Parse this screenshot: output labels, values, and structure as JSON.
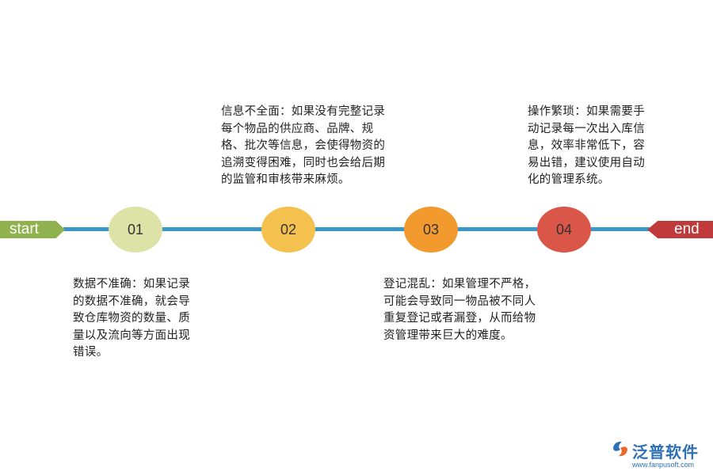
{
  "timeline": {
    "start_label": "start",
    "end_label": "end",
    "nodes": [
      "01",
      "02",
      "03",
      "04"
    ],
    "colors": {
      "line": "#3a97c8",
      "start": "#8fb14e",
      "end": "#c0393b",
      "node_01": "#dde3a7",
      "node_02": "#f4c04e",
      "node_03": "#f29a2e",
      "node_04": "#d95648"
    }
  },
  "descriptions": [
    "数据不准确：如果记录的数据不准确，就会导致仓库物资的数量、质量以及流向等方面出现错误。",
    "信息不全面：如果没有完整记录每个物品的供应商、品牌、规格、批次等信息，会使得物资的追溯变得困难，同时也会给后期的监管和审核带来麻烦。",
    "登记混乱：如果管理不严格，可能会导致同一物品被不同人重复登记或者漏登，从而给物资管理带来巨大的难度。",
    "操作繁琐：如果需要手动记录每一次出入库信息，效率非常低下，容易出错，建议使用自动化的管理系统。"
  ],
  "logo": {
    "name": "泛普软件",
    "url": "www.fanpusoft.com",
    "color": "#2f6fb6"
  }
}
